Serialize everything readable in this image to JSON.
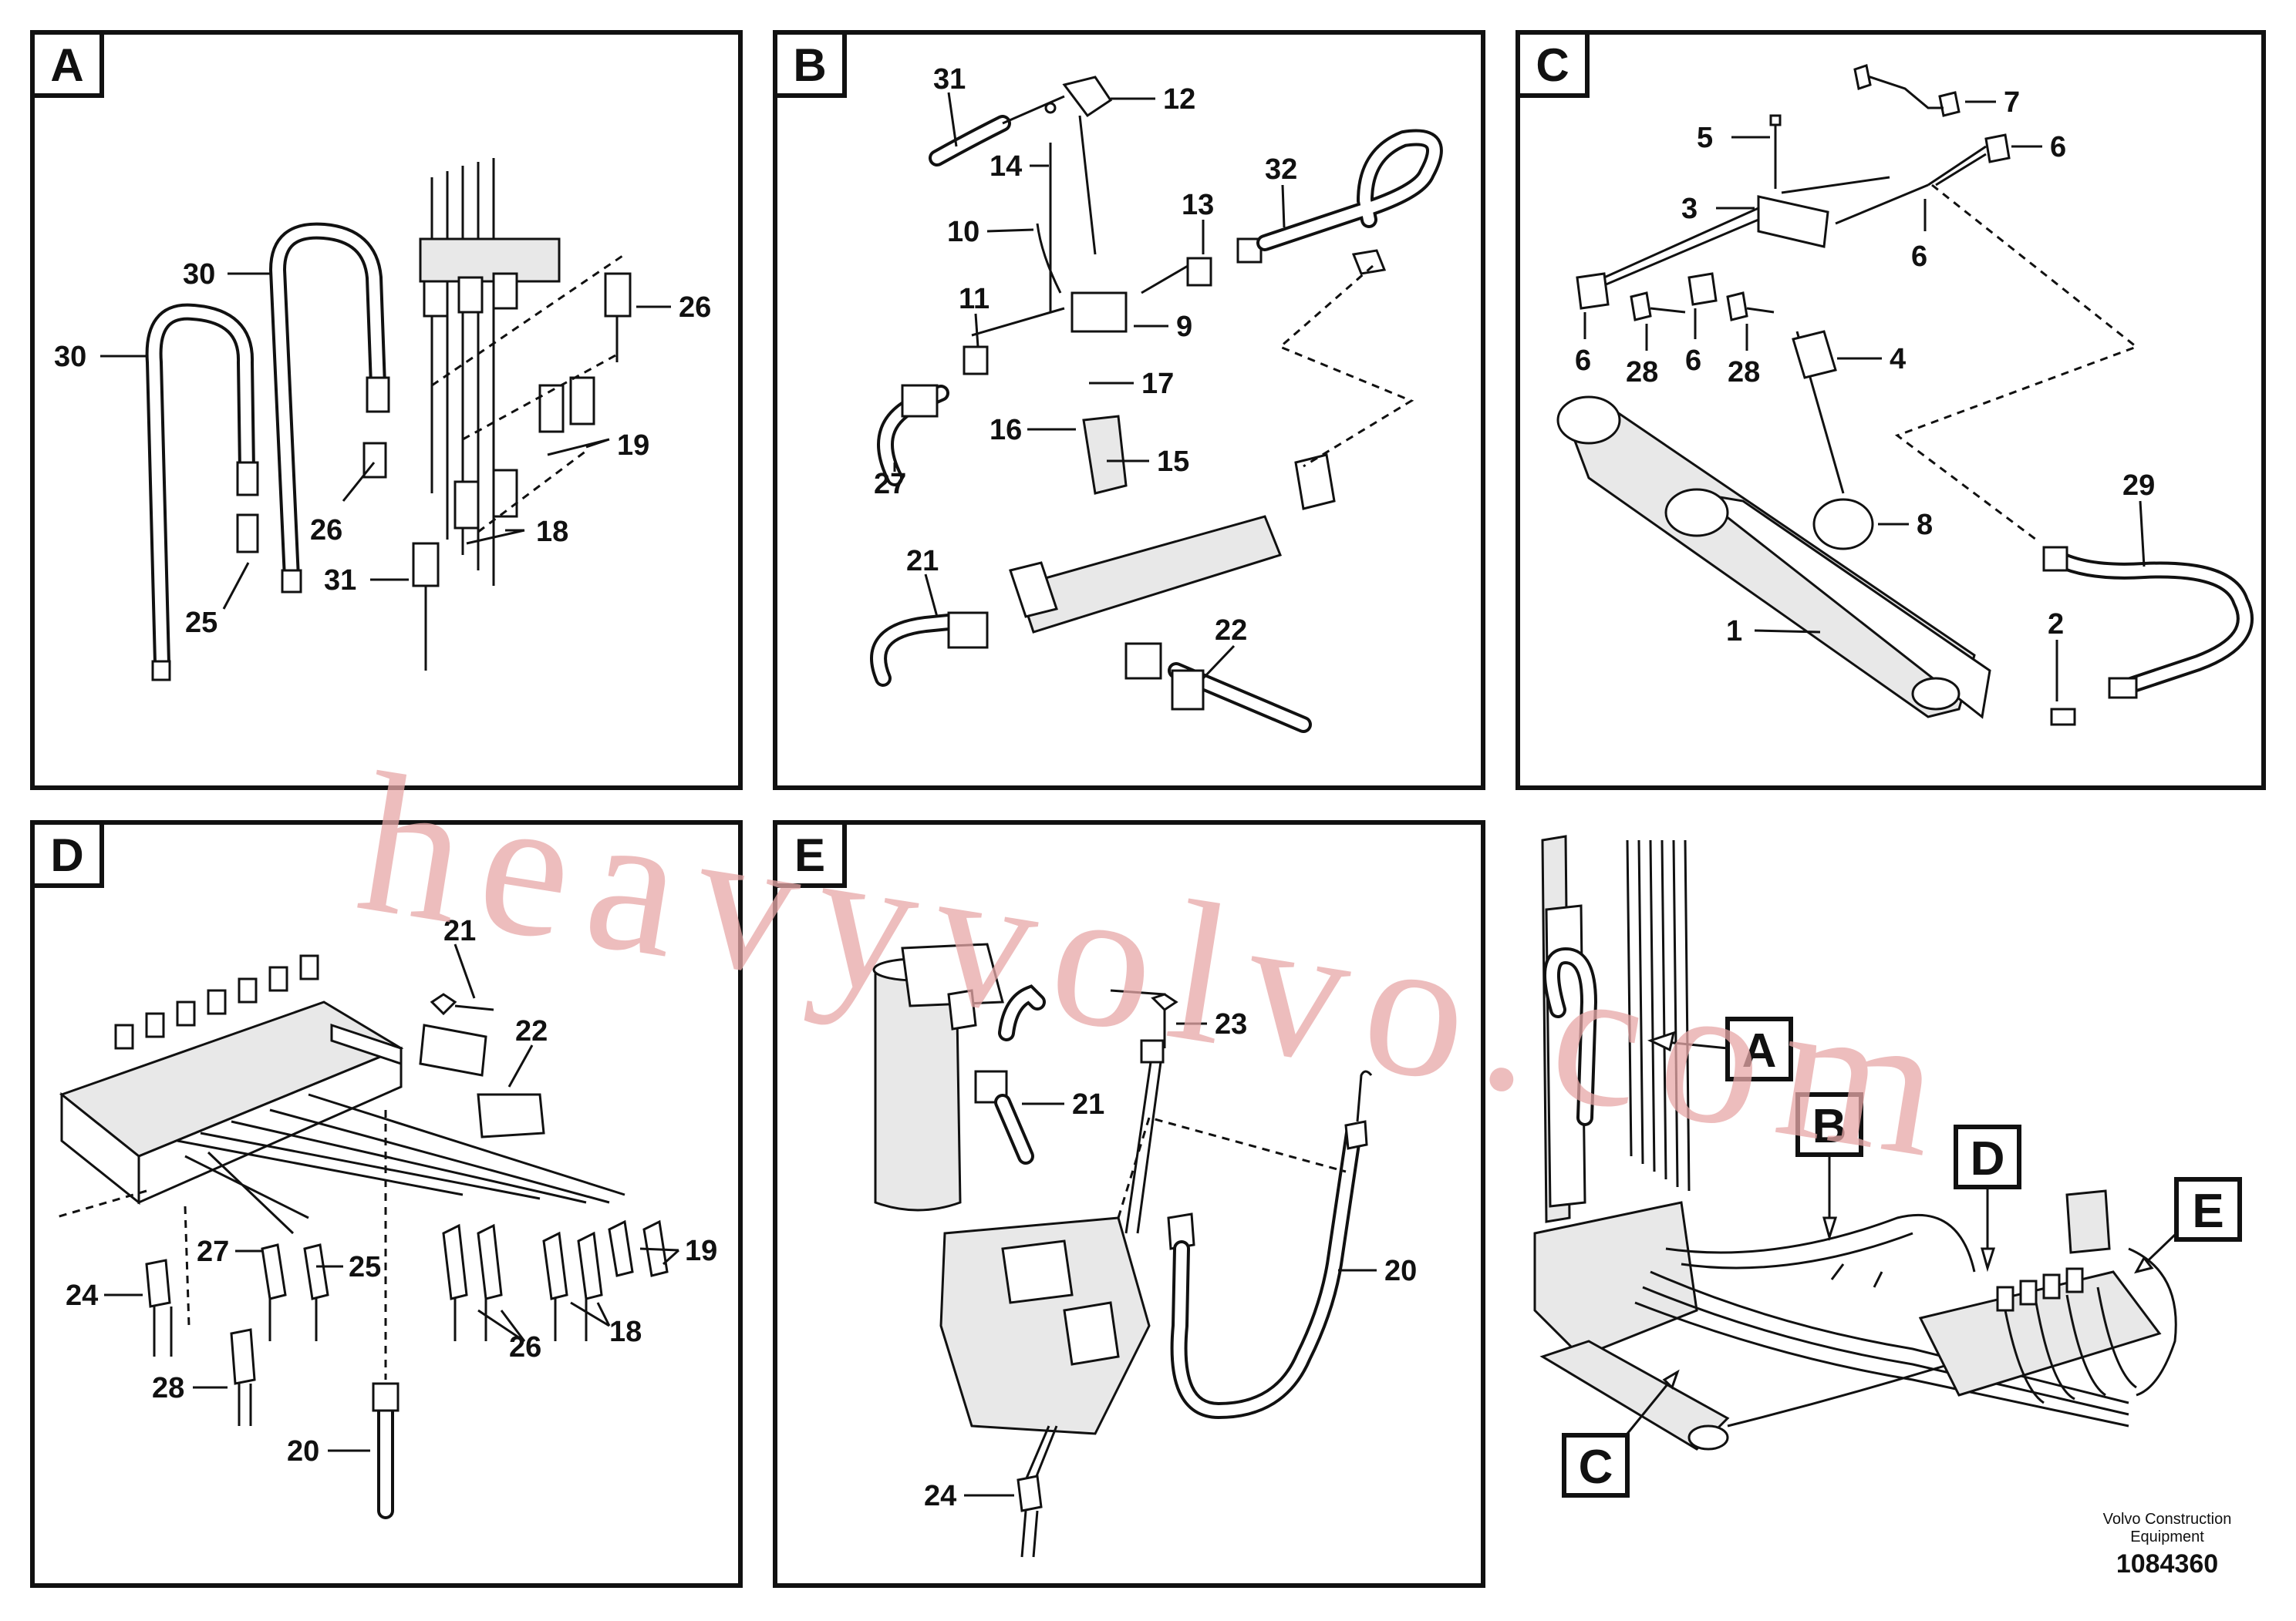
{
  "panels": {
    "a": {
      "letter": "A",
      "callouts": [
        "30",
        "30",
        "26",
        "19",
        "26",
        "18",
        "25",
        "31"
      ]
    },
    "b": {
      "letter": "B",
      "callouts": [
        "31",
        "12",
        "14",
        "32",
        "13",
        "10",
        "11",
        "9",
        "17",
        "16",
        "15",
        "27",
        "21",
        "22"
      ]
    },
    "c": {
      "letter": "C",
      "callouts": [
        "7",
        "5",
        "6",
        "3",
        "6",
        "6",
        "28",
        "6",
        "28",
        "4",
        "29",
        "8",
        "2",
        "1"
      ]
    },
    "d": {
      "letter": "D",
      "callouts": [
        "21",
        "22",
        "19",
        "27",
        "25",
        "24",
        "26",
        "18",
        "28",
        "20"
      ]
    },
    "e": {
      "letter": "E",
      "callouts": [
        "23",
        "21",
        "20",
        "24"
      ]
    }
  },
  "overview": {
    "labels": [
      "A",
      "B",
      "D",
      "E",
      "C"
    ]
  },
  "brand": {
    "line1": "Volvo Construction",
    "line2": "Equipment"
  },
  "doc_number": "1084360",
  "watermark": "heavyvolvo.com"
}
